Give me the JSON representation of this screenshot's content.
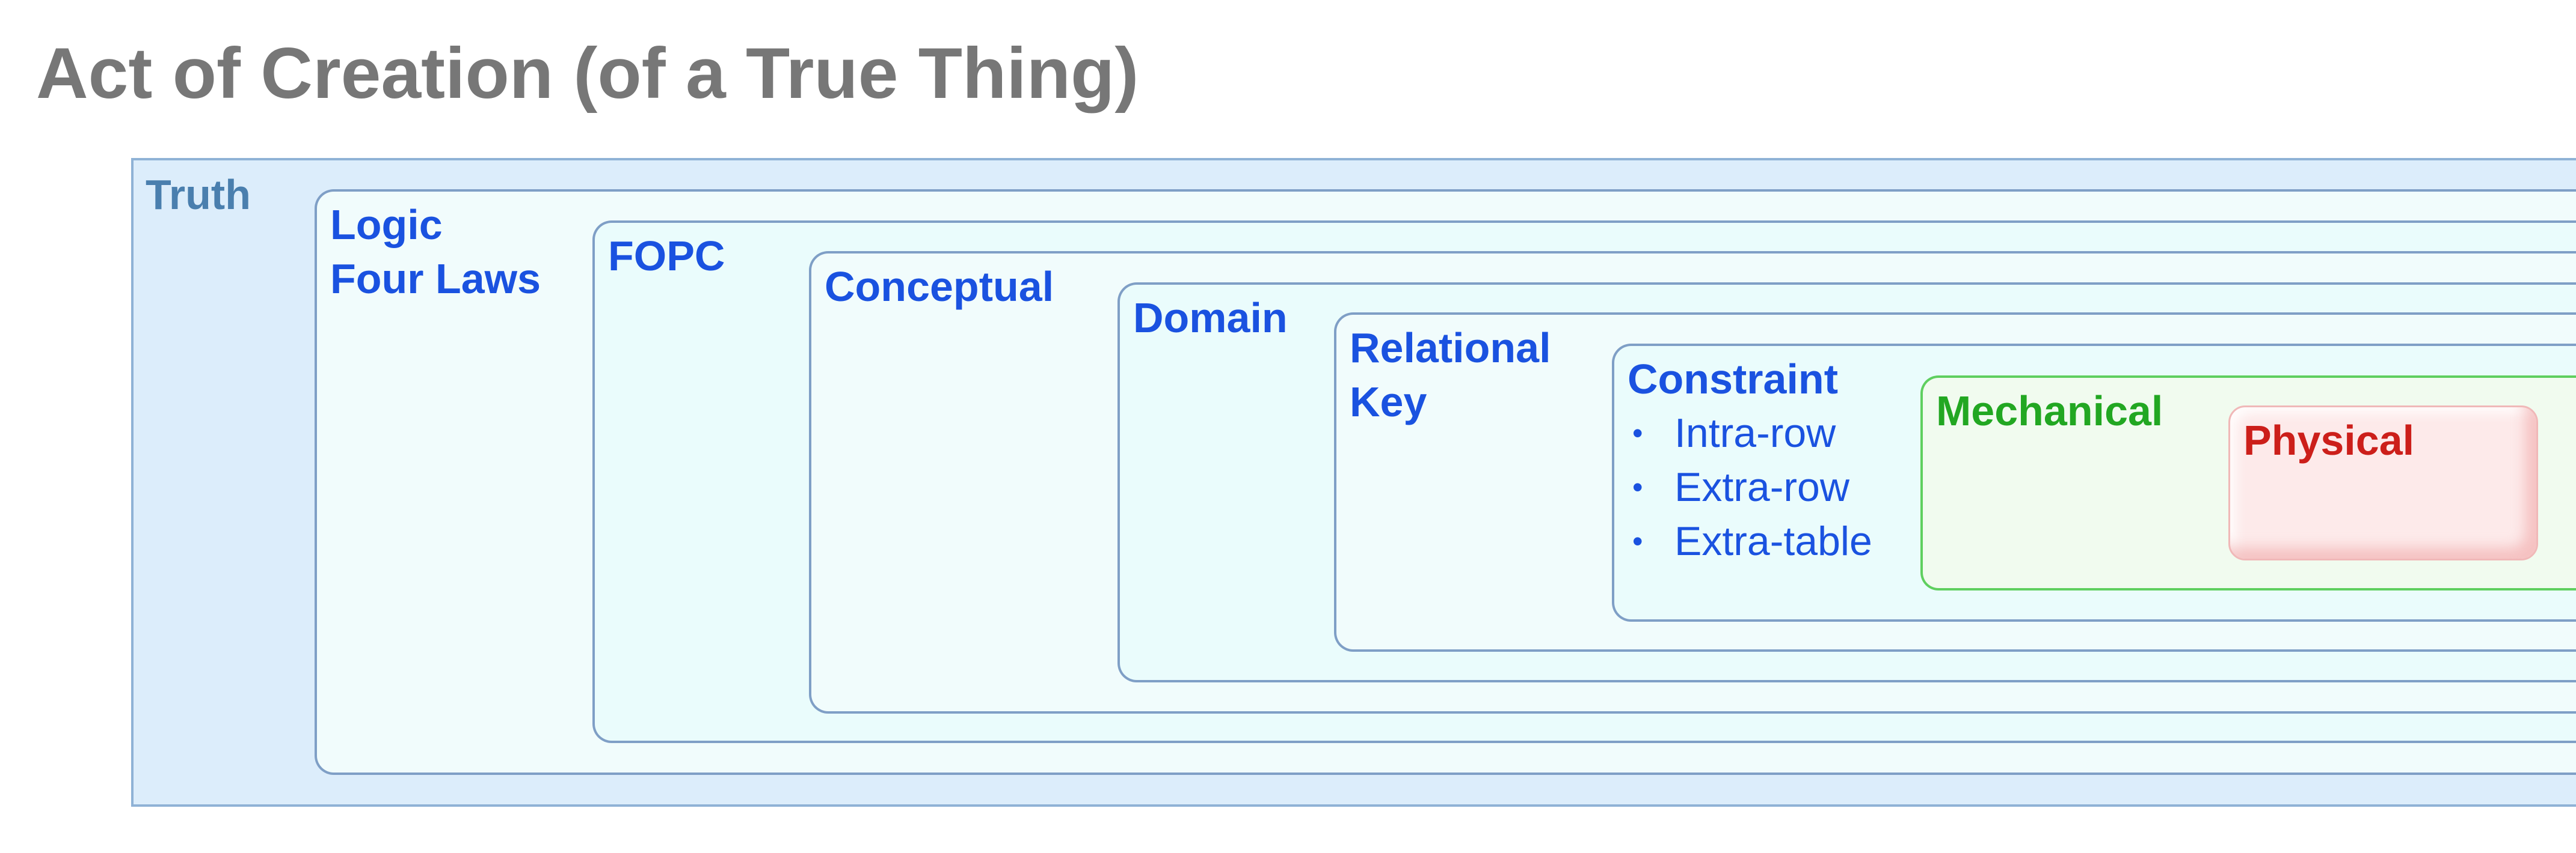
{
  "title": "Act of Creation (of a True Thing)",
  "layers": {
    "truth": "Truth",
    "logic": [
      "Logic",
      "Four Laws"
    ],
    "fopc": "FOPC",
    "conceptual": "Conceptual",
    "domain": "Domain",
    "relational": [
      "Relational",
      "Key"
    ],
    "constraint": {
      "label": "Constraint",
      "bullets": [
        "Intra-row",
        "Extra-row",
        "Extra-table"
      ]
    },
    "mechanical": "Mechanical",
    "physical": "Physical"
  },
  "colors": {
    "title": "#777777",
    "truth_label": "#4a7fae",
    "layer_label": "#1a52e0",
    "mechanical_label": "#22a722",
    "physical_label": "#cc1f1a",
    "truth_fill": "#dcedfb",
    "layer_border": "#7f9fc6",
    "mechanical_border": "#5fcf5f",
    "physical_fill": "#fdeaea"
  }
}
